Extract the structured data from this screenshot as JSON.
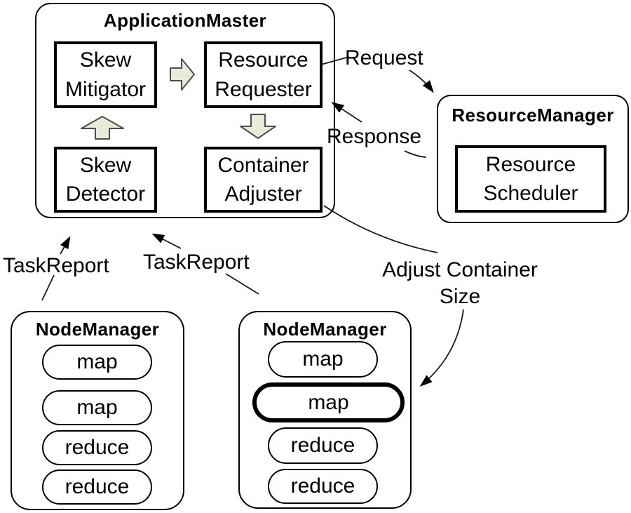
{
  "application_master": {
    "title": "ApplicationMaster",
    "skew_mitigator": "Skew\nMitigator",
    "resource_requester": "Resource\nRequester",
    "skew_detector": "Skew\nDetector",
    "container_adjuster": "Container\nAdjuster"
  },
  "resource_manager": {
    "title": "ResourceManager",
    "resource_scheduler": "Resource\nScheduler"
  },
  "node_manager_left": {
    "title": "NodeManager",
    "tasks": [
      "map",
      "map",
      "reduce",
      "reduce"
    ]
  },
  "node_manager_right": {
    "title": "NodeManager",
    "tasks": [
      "map",
      "map",
      "reduce",
      "reduce"
    ],
    "highlighted_task_index": 1
  },
  "labels": {
    "request": "Request",
    "response": "Response",
    "task_report_left": "TaskReport",
    "task_report_right": "TaskReport",
    "adjust_container_size": "Adjust Container\nSize"
  },
  "colors": {
    "block_arrow_fill": "#e7ecd8",
    "block_arrow_stroke": "#4d4d4d",
    "connector_line": "#1a1a1a",
    "border": "#000000",
    "background": "#ffffff"
  }
}
